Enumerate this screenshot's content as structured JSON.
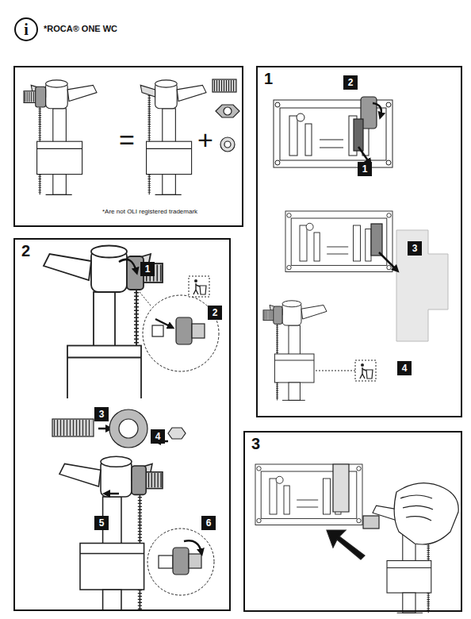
{
  "diagram": {
    "title": "*ROCA® ONE WC",
    "nodes": [
      {
        "text": [
          "=",
          "+",
          "*Are not OLI registered trademark"
        ]
      },
      {
        "text": [
          "1"
        ]
      },
      {
        "text": [
          "2"
        ],
        "in": 1
      },
      {
        "text": [
          "1"
        ],
        "in": 1
      },
      {
        "text": [
          "3"
        ],
        "in": 1
      },
      {
        "text": [
          "4"
        ],
        "in": 1
      },
      {
        "text": [
          "2"
        ]
      },
      {
        "text": [
          "1"
        ],
        "in": 6
      },
      {
        "text": [
          "2"
        ],
        "in": 6
      },
      {
        "text": [
          "3"
        ],
        "in": 6
      },
      {
        "text": [
          "4"
        ],
        "in": 6
      },
      {
        "text": [
          "5"
        ],
        "in": 6
      },
      {
        "text": [
          "6"
        ],
        "in": 6
      },
      {
        "text": [
          "3"
        ]
      }
    ],
    "labels": [
      "i"
    ]
  }
}
